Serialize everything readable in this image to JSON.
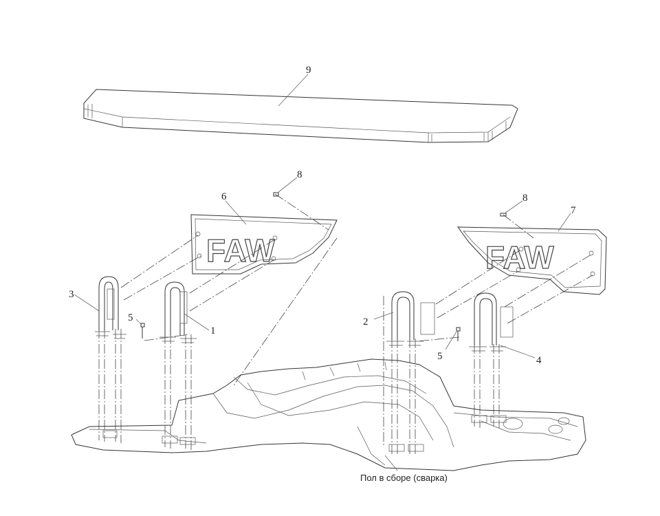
{
  "callouts": {
    "c1": "1",
    "c2": "2",
    "c3": "3",
    "c4": "4",
    "c5a": "5",
    "c5b": "5",
    "c6": "6",
    "c7": "7",
    "c8a": "8",
    "c8b": "8",
    "c9": "9"
  },
  "panel_left": {
    "logo": "FAW"
  },
  "panel_right": {
    "logo": "FAW"
  },
  "floor": {
    "caption": "Пол в сборе (сварка)"
  }
}
